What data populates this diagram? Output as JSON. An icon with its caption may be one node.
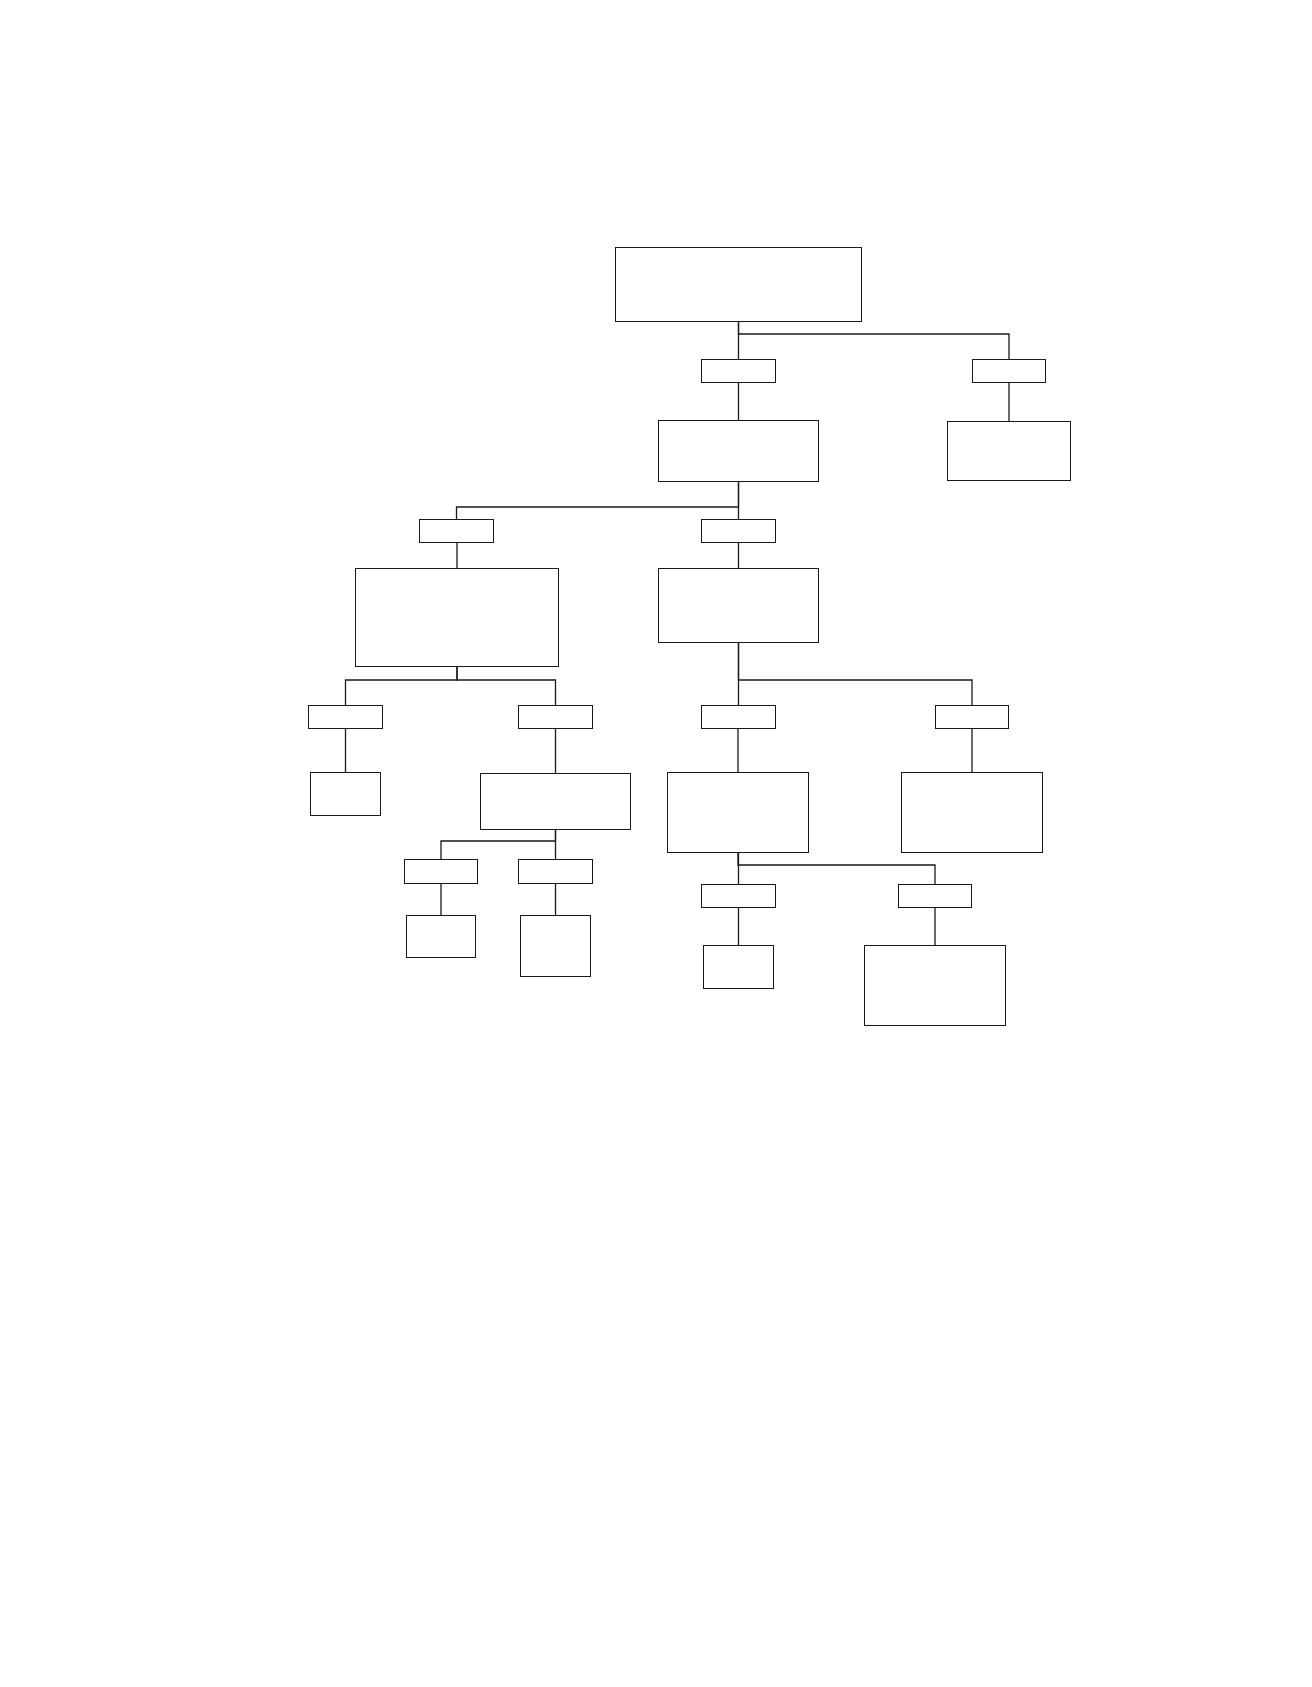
{
  "diagram": {
    "nodes": [
      {
        "text": [],
        "shape": "box"
      },
      {
        "text": [],
        "shape": "box"
      },
      {
        "text": [],
        "shape": "box"
      },
      {
        "text": [],
        "shape": "box"
      },
      {
        "text": [],
        "shape": "box"
      },
      {
        "text": [],
        "shape": "box"
      },
      {
        "text": [],
        "shape": "box"
      },
      {
        "text": [],
        "shape": "box"
      },
      {
        "text": [],
        "shape": "box"
      },
      {
        "text": [],
        "shape": "box"
      },
      {
        "text": [],
        "shape": "box"
      },
      {
        "text": [],
        "shape": "box"
      },
      {
        "text": [],
        "shape": "box"
      },
      {
        "text": [],
        "shape": "box"
      },
      {
        "text": [],
        "shape": "box"
      },
      {
        "text": [],
        "shape": "box"
      },
      {
        "text": [],
        "shape": "box"
      },
      {
        "text": [],
        "shape": "box"
      },
      {
        "text": [],
        "shape": "box"
      },
      {
        "text": [],
        "shape": "box"
      },
      {
        "text": [],
        "shape": "box"
      },
      {
        "text": [],
        "shape": "box"
      },
      {
        "text": [],
        "shape": "box"
      },
      {
        "text": [],
        "shape": "box"
      },
      {
        "text": [],
        "shape": "box"
      }
    ],
    "edges": [
      {
        "from": 0,
        "to": 1,
        "arrow": "none"
      },
      {
        "from": 0,
        "to": 2,
        "arrow": "none"
      },
      {
        "from": 1,
        "to": 3,
        "arrow": "none"
      },
      {
        "from": 2,
        "to": 4,
        "arrow": "none"
      },
      {
        "from": 3,
        "to": 5,
        "arrow": "none"
      },
      {
        "from": 3,
        "to": 6,
        "arrow": "none"
      },
      {
        "from": 5,
        "to": 7,
        "arrow": "none"
      },
      {
        "from": 6,
        "to": 8,
        "arrow": "none"
      },
      {
        "from": 7,
        "to": 9,
        "arrow": "none"
      },
      {
        "from": 7,
        "to": 10,
        "arrow": "none"
      },
      {
        "from": 8,
        "to": 11,
        "arrow": "none"
      },
      {
        "from": 8,
        "to": 12,
        "arrow": "none"
      },
      {
        "from": 9,
        "to": 13,
        "arrow": "none"
      },
      {
        "from": 10,
        "to": 14,
        "arrow": "none"
      },
      {
        "from": 11,
        "to": 15,
        "arrow": "none"
      },
      {
        "from": 12,
        "to": 16,
        "arrow": "none"
      },
      {
        "from": 14,
        "to": 17,
        "arrow": "none"
      },
      {
        "from": 14,
        "to": 18,
        "arrow": "none"
      },
      {
        "from": 15,
        "to": 19,
        "arrow": "none"
      },
      {
        "from": 15,
        "to": 20,
        "arrow": "none"
      },
      {
        "from": 17,
        "to": 21,
        "arrow": "none"
      },
      {
        "from": 18,
        "to": 22,
        "arrow": "none"
      },
      {
        "from": 19,
        "to": 23,
        "arrow": "none"
      },
      {
        "from": 20,
        "to": 24,
        "arrow": "none"
      }
    ]
  }
}
